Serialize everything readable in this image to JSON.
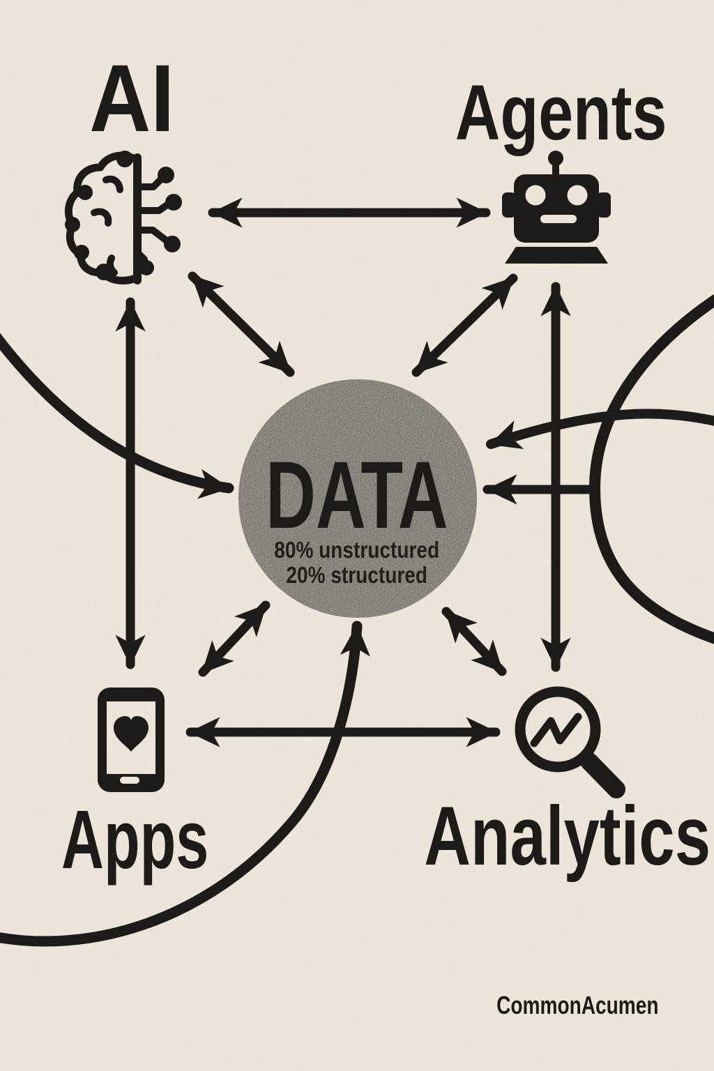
{
  "poster": {
    "background_color": "#f2e9dd",
    "ink_color": "#1d1c1a",
    "brand": "CommonAcumen",
    "center": {
      "title": "DATA",
      "stat_line_1": "80% unstructured",
      "stat_line_2": "20% structured",
      "circle_color": "#99938a"
    },
    "nodes": [
      {
        "id": "ai",
        "label": "AI",
        "icon": "brain-circuit-icon",
        "position": "top-left"
      },
      {
        "id": "agents",
        "label": "Agents",
        "icon": "robot-icon",
        "position": "top-right"
      },
      {
        "id": "apps",
        "label": "Apps",
        "icon": "smartphone-heart-icon",
        "position": "bottom-left"
      },
      {
        "id": "analytics",
        "label": "Analytics",
        "icon": "magnifier-trend-icon",
        "position": "bottom-right"
      }
    ],
    "connections": [
      {
        "from": "ai",
        "to": "agents",
        "type": "bidirectional"
      },
      {
        "from": "ai",
        "to": "apps",
        "type": "bidirectional"
      },
      {
        "from": "agents",
        "to": "analytics",
        "type": "bidirectional"
      },
      {
        "from": "apps",
        "to": "analytics",
        "type": "bidirectional"
      },
      {
        "from": "ai",
        "to": "data",
        "type": "bidirectional"
      },
      {
        "from": "agents",
        "to": "data",
        "type": "bidirectional"
      },
      {
        "from": "apps",
        "to": "data",
        "type": "bidirectional"
      },
      {
        "from": "analytics",
        "to": "data",
        "type": "bidirectional"
      },
      {
        "from": "left-edge-curve",
        "to": "data",
        "type": "inbound"
      },
      {
        "from": "top-right-edge-curve",
        "to": "data",
        "type": "inbound"
      },
      {
        "from": "right-circle",
        "to": "data",
        "type": "inbound"
      },
      {
        "from": "bottom-curve",
        "to": "data",
        "type": "inbound"
      }
    ]
  }
}
